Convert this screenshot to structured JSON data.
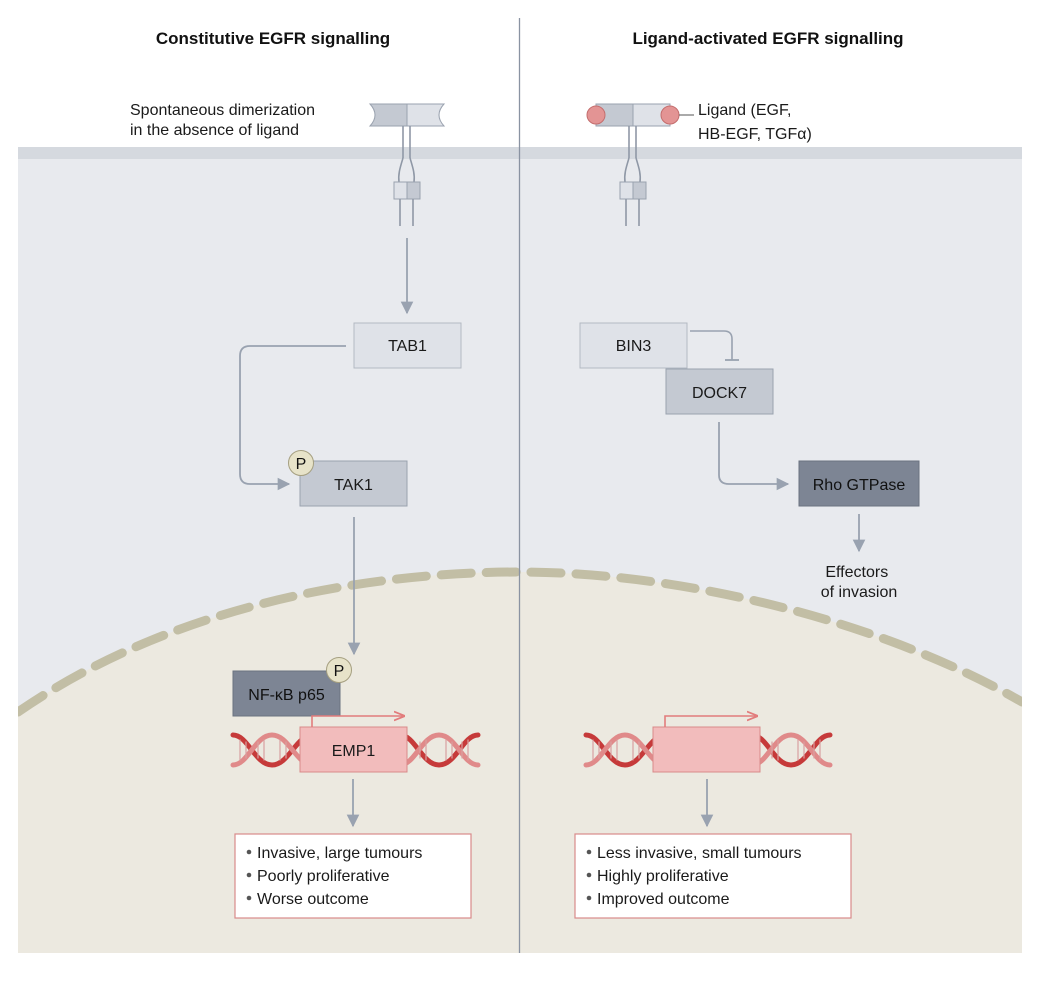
{
  "panels": {
    "left": {
      "title": "Constitutive EGFR signalling",
      "receptor_note": [
        "Spontaneous dimerization",
        "in the absence of ligand"
      ],
      "nodes": {
        "tab1": "TAB1",
        "tak1": "TAK1",
        "nfkb": "NF-κB p65",
        "gene": "EMP1"
      },
      "phospho_label": "P",
      "outcomes": [
        "Invasive, large tumours",
        "Poorly proliferative",
        "Worse outcome"
      ]
    },
    "right": {
      "title": "Ligand-activated EGFR signalling",
      "ligand_note": [
        "Ligand (EGF,",
        "HB-EGF, TGFα)"
      ],
      "nodes": {
        "bin3": "BIN3",
        "dock7": "DOCK7",
        "rho": "Rho GTPase"
      },
      "effectors": [
        "Effectors",
        "of invasion"
      ],
      "outcomes": [
        "Less invasive, small tumours",
        "Highly proliferative",
        "Improved outcome"
      ]
    }
  },
  "colors": {
    "cytoplasm": "#e8eaee",
    "membrane": "#d5d9df",
    "nucleus": "#ece9e0",
    "nuclear_envelope": "#c2bea5",
    "light_box": "#dfe2e8",
    "mid_box": "#c4c9d2",
    "dark_box": "#7d8594",
    "gene_box": "#f2bcbc",
    "dna": "#c63a3a",
    "ligand": "#e39494",
    "phospho": "#e7e3c9",
    "arrow": "#99a2b0",
    "outcome_border": "#d98a8a"
  }
}
